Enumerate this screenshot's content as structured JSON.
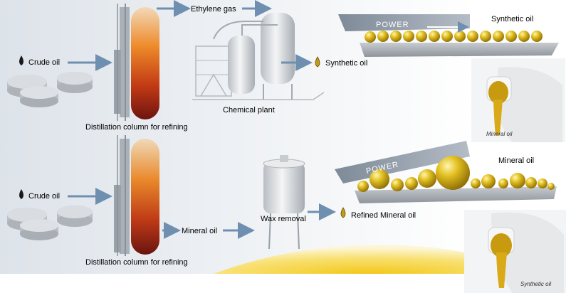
{
  "top": {
    "crude_oil": "Crude oil",
    "column_caption": "Distillation column for refining",
    "ethylene_gas": "Ethylene gas",
    "chemical_plant": "Chemical plant",
    "synthetic_oil": "Synthetic oil",
    "power": "POWER",
    "panel_title": "Synthetic oil",
    "photo_caption": "Mineral oil"
  },
  "bottom": {
    "crude_oil": "Crude oil",
    "column_caption": "Distillation column for refining",
    "mineral_oil": "Mineral oil",
    "wax_removal": "Wax removal",
    "refined_mineral_oil": "Refined Mineral oil",
    "power": "POWER",
    "panel_title": "Mineral oil",
    "photo_caption": "Synthetic oil"
  },
  "colors": {
    "background": "#e9edf1",
    "arrow": "#6f8fb0",
    "oil_gold": "#d9b21a",
    "column_hot": "#e0621a",
    "column_dark": "#7a1a12",
    "tank": "#d8dbde"
  },
  "icons": [
    "oil-drop-icon",
    "golden-oil-drop-icon",
    "arrow-icon"
  ]
}
